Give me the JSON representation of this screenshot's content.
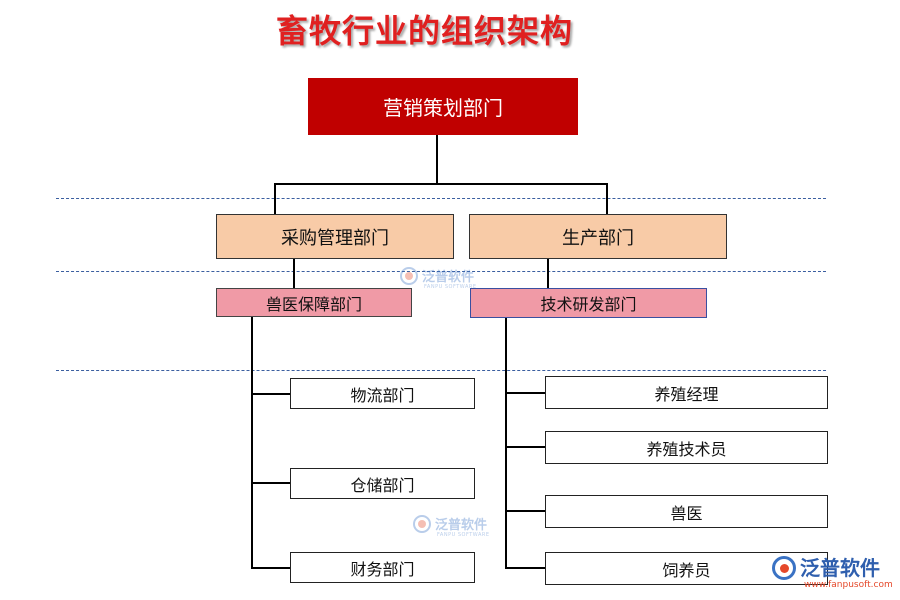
{
  "title": "畜牧行业的组织架构",
  "top": "营销策划部门",
  "level2": [
    "采购管理部门",
    "生产部门"
  ],
  "level3": [
    "兽医保障部门",
    "技术研发部门"
  ],
  "left_leaves": [
    "物流部门",
    "仓储部门",
    "财务部门"
  ],
  "right_leaves": [
    "养殖经理",
    "养殖技术员",
    "兽医",
    "饲养员"
  ],
  "watermark": {
    "name": "泛普软件",
    "sub": "FANPU SOFTWARE"
  },
  "logo": {
    "name": "泛普软件",
    "url": "www.fanpusoft.com"
  },
  "colors": {
    "title": "#e02020",
    "top_box": "#c00000",
    "level2_box": "#f8cba7",
    "level3_box": "#f09aa6",
    "logo_blue": "#2f5fae",
    "logo_red": "#e5492b"
  }
}
